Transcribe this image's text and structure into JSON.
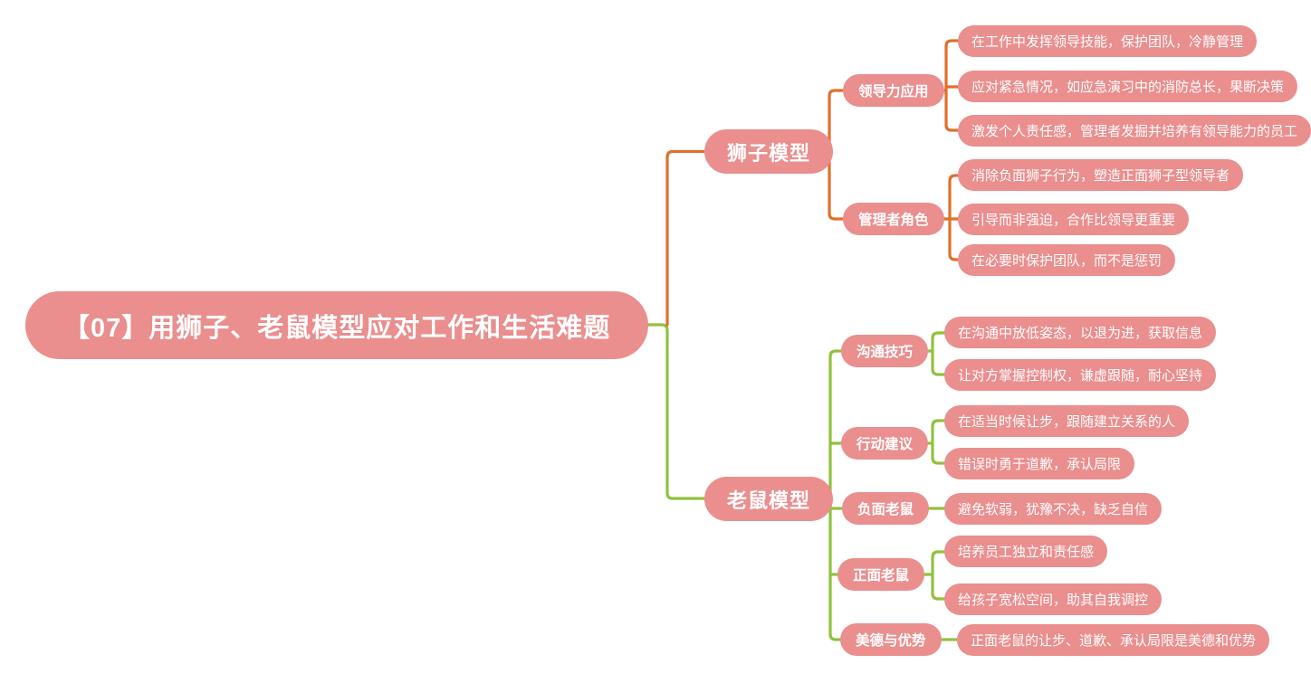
{
  "map": {
    "root": "【07】用狮子、老鼠模型应对工作和生活难题",
    "branches": [
      {
        "label": "狮子模型",
        "line_color": "#e0702d",
        "children": [
          {
            "label": "领导力应用",
            "leaves": [
              "在工作中发挥领导技能，保护团队，冷静管理",
              "应对紧急情况，如应急演习中的消防总长，果断决策",
              "激发个人责任感，管理者发掘并培养有领导能力的员工"
            ]
          },
          {
            "label": "管理者角色",
            "leaves": [
              "消除负面狮子行为，塑造正面狮子型领导者",
              "引导而非强迫，合作比领导更重要",
              "在必要时保护团队，而不是惩罚"
            ]
          }
        ]
      },
      {
        "label": "老鼠模型",
        "line_color": "#90c13e",
        "children": [
          {
            "label": "沟通技巧",
            "leaves": [
              "在沟通中放低姿态，以退为进，获取信息",
              "让对方掌握控制权，谦虚跟随，耐心坚持"
            ]
          },
          {
            "label": "行动建议",
            "leaves": [
              "在适当时候让步，跟随建立关系的人",
              "错误时勇于道歉，承认局限"
            ]
          },
          {
            "label": "负面老鼠",
            "leaves": [
              "避免软弱，犹豫不决，缺乏自信"
            ]
          },
          {
            "label": "正面老鼠",
            "leaves": [
              "培养员工独立和责任感",
              "给孩子宽松空间，助其自我调控"
            ]
          },
          {
            "label": "美德与优势",
            "leaves": [
              "正面老鼠的让步、道歉、承认局限是美德和优势"
            ]
          }
        ]
      }
    ]
  },
  "colors": {
    "node_fill": "#ea8e8e",
    "text": "#ffffff",
    "lion_line": "#e0702d",
    "mouse_line": "#90c13e",
    "background": "#ffffff"
  }
}
